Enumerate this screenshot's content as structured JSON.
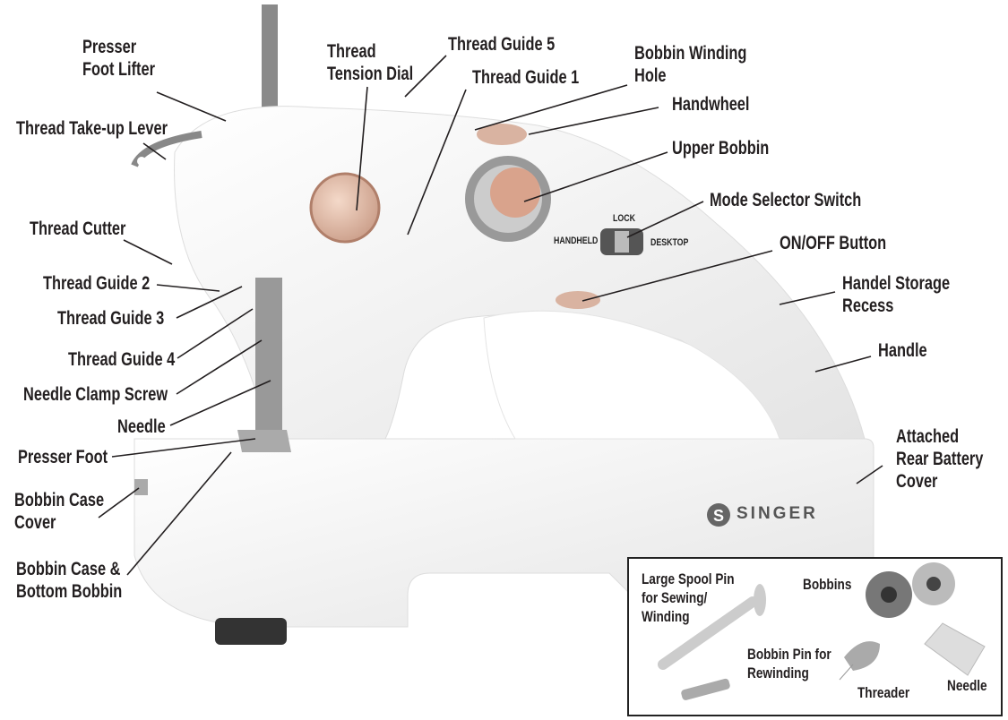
{
  "labels": {
    "presser_foot_lifter": "Presser\nFoot Lifter",
    "thread_takeup_lever": "Thread Take-up Lever",
    "thread_cutter": "Thread Cutter",
    "thread_guide_2": "Thread Guide 2",
    "thread_guide_3": "Thread Guide 3",
    "thread_guide_4": "Thread Guide 4",
    "needle_clamp_screw": "Needle Clamp Screw",
    "needle": "Needle",
    "presser_foot": "Presser Foot",
    "bobbin_case_cover": "Bobbin Case\nCover",
    "bobbin_case_bottom_bobbin": "Bobbin Case &\nBottom Bobbin",
    "thread_tension_dial": "Thread\nTension Dial",
    "thread_guide_5": "Thread Guide 5",
    "thread_guide_1": "Thread Guide 1",
    "bobbin_winding_hole": "Bobbin Winding\nHole",
    "handwheel": "Handwheel",
    "upper_bobbin": "Upper Bobbin",
    "mode_selector_switch": "Mode Selector Switch",
    "on_off_button": "ON/OFF Button",
    "handle_storage_recess": "Handel Storage\nRecess",
    "handle": "Handle",
    "rear_battery_cover": "Attached\nRear Battery\nCover"
  },
  "switch": {
    "lock": "LOCK",
    "handheld": "HANDHELD",
    "desktop": "DESKTOP"
  },
  "brand": "SINGER",
  "accessories": {
    "large_spool_pin": "Large Spool Pin\nfor Sewing/\nWinding",
    "bobbins": "Bobbins",
    "bobbin_pin": "Bobbin Pin for\nRewinding",
    "threader": "Threader",
    "needle": "Needle"
  }
}
